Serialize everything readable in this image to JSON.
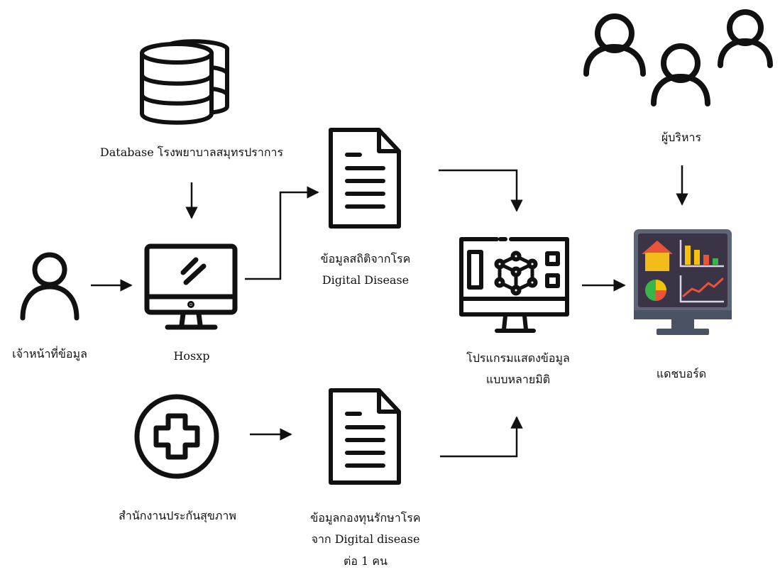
{
  "nodes": {
    "database": {
      "label": "Database โรงพยาบาลสมุทรปราการ",
      "icon": "database-icon"
    },
    "data_officer": {
      "label": "เจ้าหน้าที่ข้อมูล",
      "icon": "user-icon"
    },
    "hosxp": {
      "label": "Hosxp",
      "icon": "monitor-icon"
    },
    "stats_doc": {
      "lines": [
        "ข้อมูลสถิติจากโรค",
        "Digital Disease"
      ],
      "icon": "document-icon"
    },
    "nhso": {
      "label": "สำนักงานประกันสุขภาพ",
      "icon": "medical-cross-icon"
    },
    "fund_doc": {
      "lines": [
        "ข้อมูลกองทุนรักษาโรค",
        "จาก Digital disease",
        "ต่อ 1 คน"
      ],
      "icon": "document-icon"
    },
    "program": {
      "lines": [
        "โปรแกรมแสดงข้อมูล",
        "แบบหลายมิติ"
      ],
      "icon": "multidimensional-monitor-icon"
    },
    "executives": {
      "label": "ผู้บริหาร",
      "icon": "user-group-icon"
    },
    "dashboard": {
      "label": "แดชบอร์ด",
      "icon": "dashboard-icon"
    }
  },
  "colors": {
    "line": "#111111",
    "dashboard_screen": "#3b3346",
    "dashboard_frame": "#5d6677",
    "house": "#f2bc1b",
    "roof": "#e8533a",
    "bars": [
      "#f4c20d",
      "#e8533a",
      "#39b54a"
    ],
    "pie": [
      "#f4c20d",
      "#39b54a",
      "#e8533a"
    ],
    "trend": "#e8533a",
    "chart_axes": "#d9d4e3"
  }
}
